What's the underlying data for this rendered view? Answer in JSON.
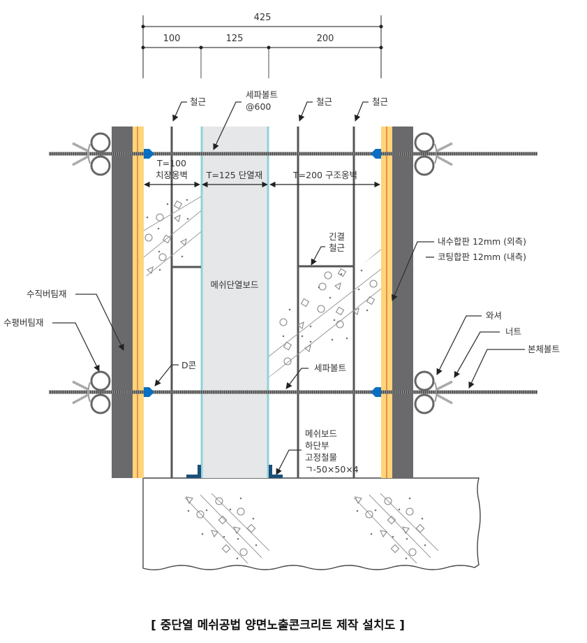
{
  "dimensions": {
    "total": "425",
    "segments": [
      "100",
      "125",
      "200"
    ]
  },
  "wall_labels": {
    "veneer": {
      "thickness": "T=100",
      "name": "치장옹벽"
    },
    "insulation": {
      "text": "T=125 단열재"
    },
    "structural": {
      "text": "T=200 구조옹벽"
    },
    "board": "메쉬단열보드"
  },
  "callouts": {
    "rebar_1": "철근",
    "sepa_bolt_top_line1": "세파볼트",
    "sepa_bolt_top_line2": "@600",
    "rebar_2": "철근",
    "rebar_3": "철근",
    "tie_rebar_line1": "긴결",
    "tie_rebar_line2": "철근",
    "plywood_outer": "내수합판 12mm (외측)",
    "plywood_inner": "코팅합판 12mm (내측)",
    "vertical_support": "수직버팀재",
    "horizontal_support": "수평버팀재",
    "d_cone": "D콘",
    "sepa_bolt_bottom": "세파볼트",
    "washer": "와셔",
    "nut": "너트",
    "main_bolt": "본체볼트",
    "angle_line1": "메쉬보드",
    "angle_line2": "하단부",
    "angle_line3": "고정철물",
    "angle_line4": "ㄱ-50×50×4"
  },
  "caption": "[ 중단열 메쉬공법 양면노출콘크리트 제작 설치도 ]",
  "colors": {
    "form_support": "#6a6a6c",
    "plywood": "#fdd57a",
    "plywood_line": "#e07a3a",
    "insulation_board": "#e6e7e9",
    "board_edge": "#8fd3d8",
    "d_cone": "#0a6fc2",
    "angle_iron": "#1c4f7a",
    "rebar": "#555555"
  }
}
